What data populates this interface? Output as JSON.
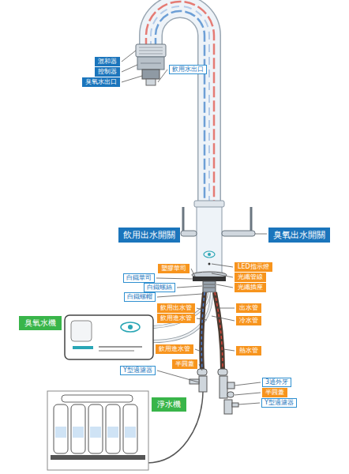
{
  "diagram": {
    "nodes": [
      {
        "text": [
          "混和器"
        ]
      },
      {
        "text": [
          "控制器"
        ]
      },
      {
        "text": [
          "臭氧水出口"
        ]
      },
      {
        "text": [
          "飲用水出口"
        ]
      },
      {
        "text": [
          "飲用出水開關"
        ]
      },
      {
        "text": [
          "臭氧出水開關"
        ]
      },
      {
        "text": [
          "LED指示燈"
        ]
      },
      {
        "text": [
          "塑膠華司"
        ]
      },
      {
        "text": [
          "光纖管線"
        ]
      },
      {
        "text": [
          "白鐵華司"
        ]
      },
      {
        "text": [
          "光纖插座"
        ]
      },
      {
        "text": [
          "白鐵螺絲"
        ]
      },
      {
        "text": [
          "白鐵螺帽"
        ]
      },
      {
        "text": [
          "飲用出水管"
        ]
      },
      {
        "text": [
          "出水管"
        ]
      },
      {
        "text": [
          "飲用進水管"
        ]
      },
      {
        "text": [
          "冷水管"
        ]
      },
      {
        "text": [
          "臭氧水機"
        ]
      },
      {
        "text": [
          "飲用進水管"
        ]
      },
      {
        "text": [
          "熱水管"
        ]
      },
      {
        "text": [
          "半圓蓋"
        ]
      },
      {
        "text": [
          "Y型過濾器"
        ]
      },
      {
        "text": [
          "3通外牙"
        ]
      },
      {
        "text": [
          "半圓蓋"
        ]
      },
      {
        "text": [
          "Y型過濾器"
        ]
      },
      {
        "text": [
          "淨水機"
        ]
      }
    ]
  }
}
